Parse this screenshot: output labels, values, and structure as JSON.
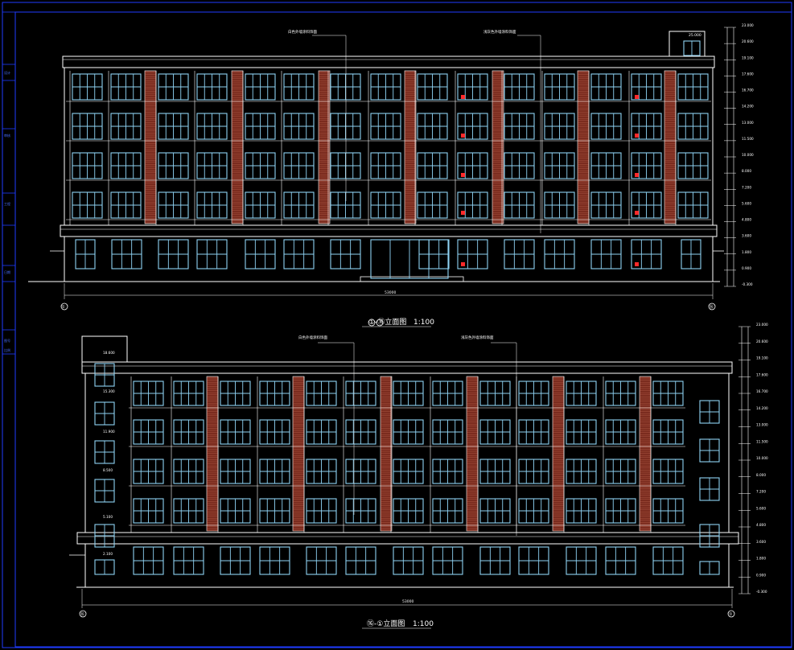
{
  "colors": {
    "background": "#000000",
    "frame": "#1f3cff",
    "line": "#ffffff",
    "glass": "#8fd3f4",
    "brick": "#7a2b1e",
    "marker": "#ff2a2a"
  },
  "elevations": [
    {
      "title": "①-⑯立面图",
      "scale": "1:100",
      "axis_left": "①",
      "axis_right": "⑯",
      "overall_dim": "53000",
      "note_left": "白色外墙涂料饰面",
      "note_right": "浅灰色外墙涂料饰面",
      "roof_box_label": "25.000",
      "levels": [
        "23.000",
        "20.600",
        "19.100",
        "17.600",
        "16.700",
        "14.200",
        "13.000",
        "11.500",
        "10.000",
        "8.000",
        "7.200",
        "5.600",
        "4.800",
        "3.600",
        "1.800",
        "0.900",
        "-0.300"
      ]
    },
    {
      "title": "⑯-①立面图",
      "scale": "1:100",
      "axis_left": "⑯",
      "axis_right": "①",
      "overall_dim": "53000",
      "note_left": "白色外墙涂料饰面",
      "note_right": "浅灰色外墙涂料饰面",
      "stair_levels": [
        "18.600",
        "15.300",
        "11.900",
        "8.500",
        "5.100",
        "2.100"
      ],
      "levels": [
        "23.000",
        "20.600",
        "19.100",
        "17.600",
        "16.700",
        "14.200",
        "13.000",
        "11.500",
        "10.000",
        "8.000",
        "7.200",
        "5.600",
        "4.800",
        "3.600",
        "1.800",
        "0.900",
        "-0.300"
      ]
    }
  ],
  "sidebar_labels": [
    "设计",
    "审核",
    "工程",
    "日期",
    "图号",
    "比例"
  ]
}
